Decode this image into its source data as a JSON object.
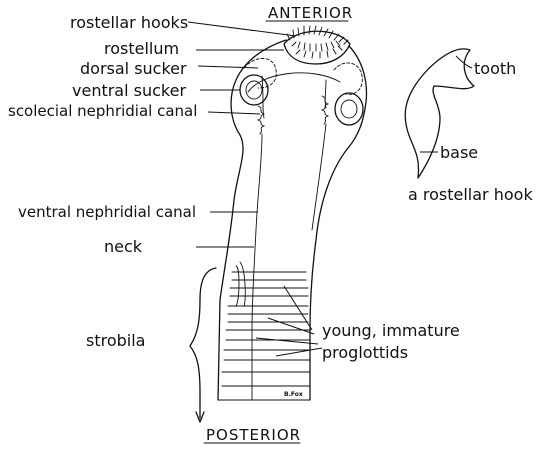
{
  "labels": {
    "anterior": "ANTERIOR",
    "posterior": "POSTERIOR",
    "rostellar_hooks": "rostellar hooks",
    "rostellum": "rostellum",
    "dorsal_sucker": "dorsal sucker",
    "ventral_sucker": "ventral sucker",
    "scolecial_canal": "scolecial nephridial canal",
    "ventral_canal": "ventral nephridial canal",
    "neck": "neck",
    "strobila": "strobila",
    "proglottids_line1": "young, immature",
    "proglottids_line2": "proglottids",
    "tooth": "tooth",
    "base": "base",
    "hook_caption": "a rostellar hook",
    "signature": "B.Fox"
  }
}
